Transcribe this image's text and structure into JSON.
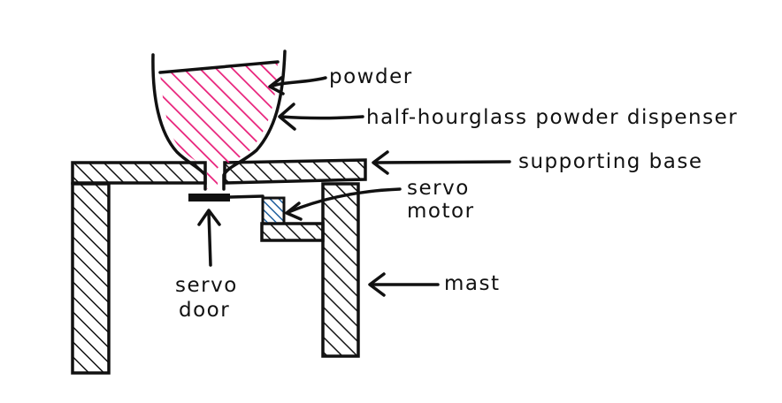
{
  "labels": {
    "powder": "powder",
    "dispenser": "half-hourglass powder dispenser",
    "base": "supporting base",
    "servo_motor_line1": "servo",
    "servo_motor_line2": "motor",
    "mast": "mast",
    "servo_door_line1": "servo",
    "servo_door_line2": "door"
  },
  "colors": {
    "ink": "#111111",
    "powder": "#e8207a",
    "servo_motor": "#1f5f9e",
    "background": "#ffffff"
  }
}
